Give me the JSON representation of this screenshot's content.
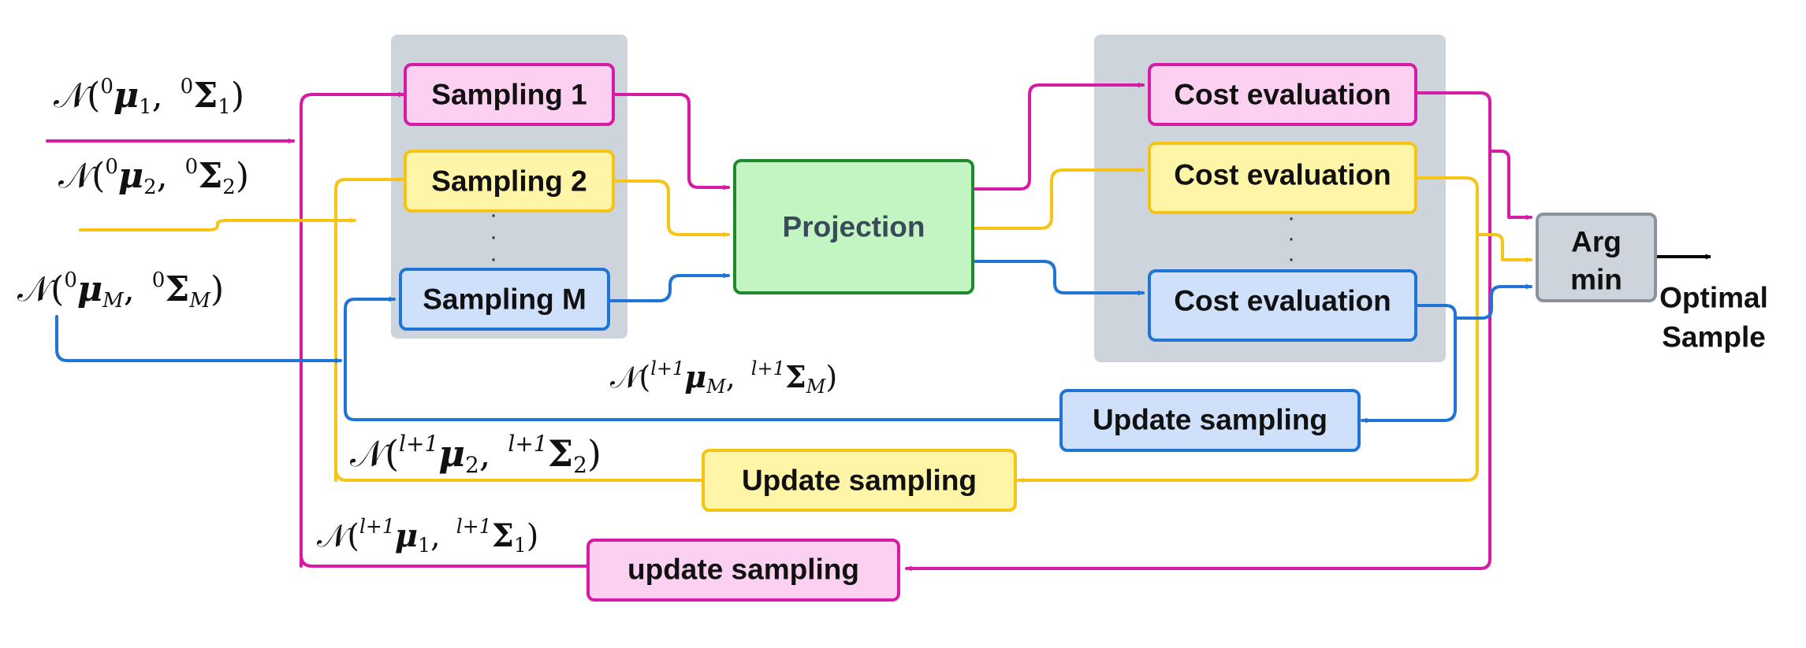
{
  "colors": {
    "magenta": "#d81ba4",
    "yellow": "#f6c416",
    "blue": "#1f74d6",
    "magenta_fill": "#fbd0f0",
    "yellow_fill": "#fff5a6",
    "blue_fill": "#cfe1fa",
    "green_fill": "#c3f5c3",
    "green_border": "#1f8a2c",
    "group_bg": "#ced4dc",
    "argmin_fill": "#ced4dc",
    "argmin_border": "#8a929c"
  },
  "sampling": {
    "s1": "Sampling 1",
    "s2": "Sampling 2",
    "sM": "Sampling M"
  },
  "projection": "Projection",
  "cost": {
    "c1": "Cost evaluation",
    "c2": "Cost evaluation",
    "cM": "Cost evaluation"
  },
  "argmin": {
    "line1": "Arg",
    "line2": "min"
  },
  "output": {
    "line1": "Optimal",
    "line2": "Sample"
  },
  "update": {
    "u1": "update sampling",
    "u2": "Update sampling",
    "uM": "Update sampling"
  },
  "dots": "·",
  "inputs": {
    "d1": {
      "sup": "0",
      "mu_sub": "1",
      "sigma_sub": "1"
    },
    "d2": {
      "sup": "0",
      "mu_sub": "2",
      "sigma_sub": "2"
    },
    "dM": {
      "sup": "0",
      "mu_sub": "M",
      "sigma_sub": "M"
    }
  },
  "feedback": {
    "d1": {
      "sup": "l+1",
      "mu_sub": "1",
      "sigma_sub": "1"
    },
    "d2": {
      "sup": "l+1",
      "mu_sub": "2",
      "sigma_sub": "2"
    },
    "dM": {
      "sup": "l+1",
      "mu_sub": "M",
      "sigma_sub": "M"
    }
  },
  "math_symbols": {
    "normal": "𝒩",
    "mu": "μ",
    "sigma": "Σ",
    "open": "(",
    "close": ")",
    "comma": ","
  }
}
